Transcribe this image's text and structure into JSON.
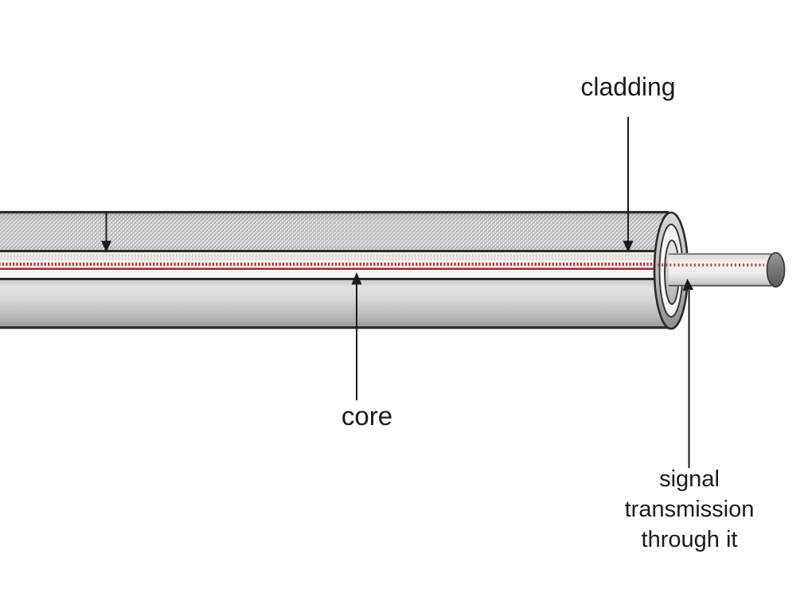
{
  "labels": {
    "cladding": "cladding",
    "core": "core",
    "signal": {
      "lines": [
        "signal",
        "transmission",
        "through it"
      ]
    }
  },
  "colors": {
    "signal_dashed_line": "#c23a47",
    "signal_solid_line": "#a22a38",
    "outline": "#2c2c2c",
    "label_text": "#1b1b1b"
  }
}
